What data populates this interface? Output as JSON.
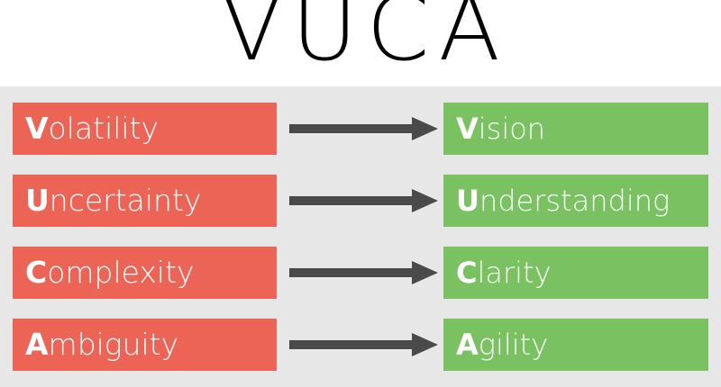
{
  "title": {
    "text": "VUCA"
  },
  "colors": {
    "background": "#ffffff",
    "panel": "#e7e7e7",
    "problem": "#ec6455",
    "solution": "#79c161",
    "arrow": "#4a4a4a",
    "label_text": "#ffffff",
    "title_text": "#000000"
  },
  "rows": [
    {
      "problem": {
        "lead": "V",
        "rest": "olatility",
        "full": "Volatility"
      },
      "arrow": {
        "name": "right-arrow",
        "direction": "right"
      },
      "solution": {
        "lead": "V",
        "rest": "ision",
        "full": "Vision"
      }
    },
    {
      "problem": {
        "lead": "U",
        "rest": "ncertainty",
        "full": "Uncertainty"
      },
      "arrow": {
        "name": "right-arrow",
        "direction": "right"
      },
      "solution": {
        "lead": "U",
        "rest": "nderstanding",
        "full": "Understanding"
      }
    },
    {
      "problem": {
        "lead": "C",
        "rest": "omplexity",
        "full": "Complexity"
      },
      "arrow": {
        "name": "right-arrow",
        "direction": "right"
      },
      "solution": {
        "lead": "C",
        "rest": "larity",
        "full": "Clarity"
      }
    },
    {
      "problem": {
        "lead": "A",
        "rest": "mbiguity",
        "full": "Ambiguity"
      },
      "arrow": {
        "name": "right-arrow",
        "direction": "right"
      },
      "solution": {
        "lead": "A",
        "rest": "gility",
        "full": "Agility"
      }
    }
  ]
}
